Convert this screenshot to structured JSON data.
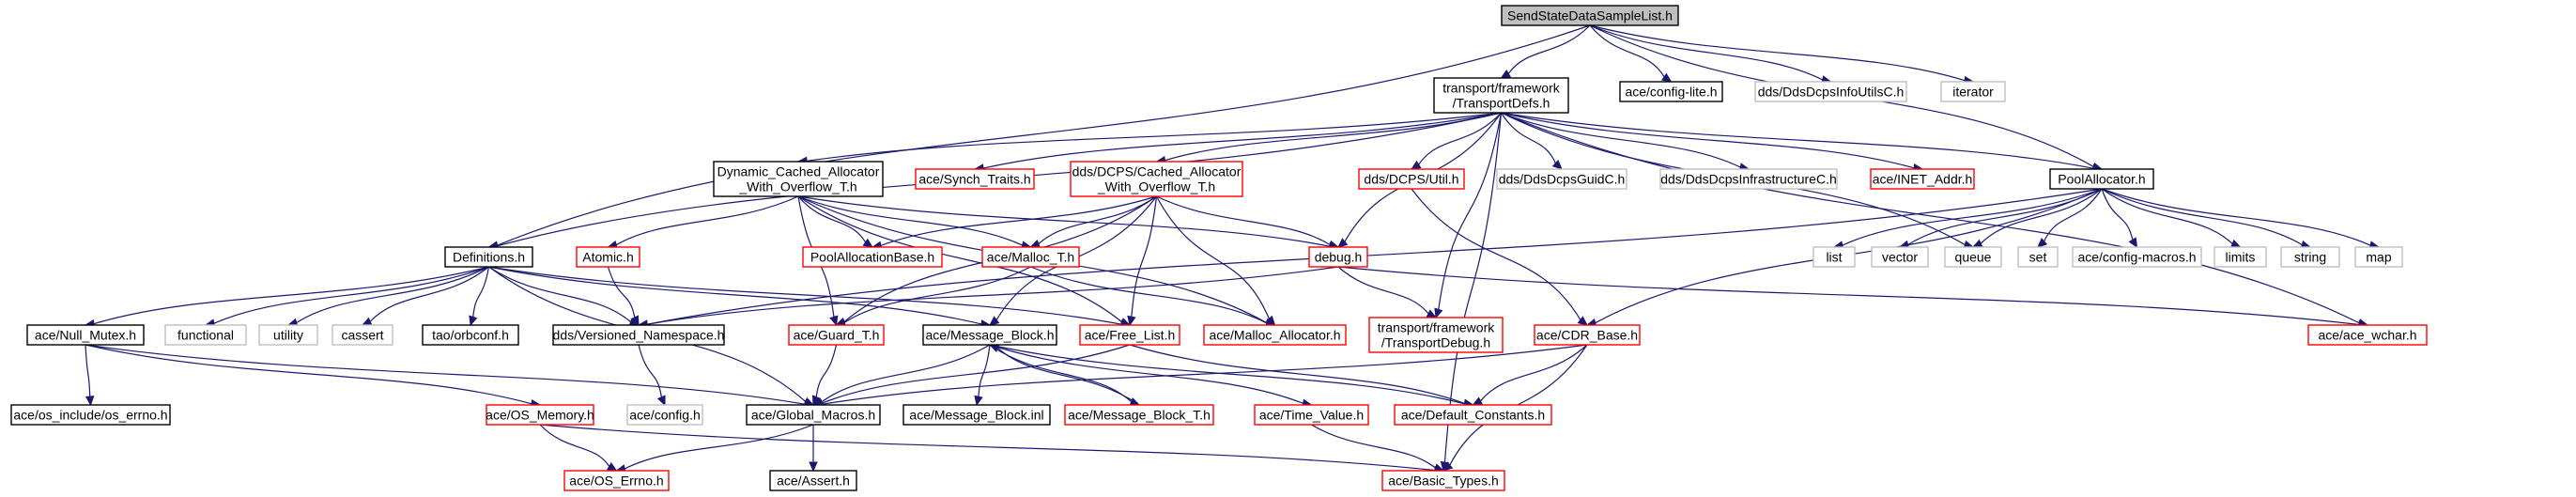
{
  "nodes": [
    {
      "id": "n_root",
      "lines": [
        "SendStateDataSampleList.h"
      ],
      "kind": "root"
    },
    {
      "id": "n_tdefs",
      "lines": [
        "transport/framework",
        "/TransportDefs.h"
      ],
      "kind": "doc"
    },
    {
      "id": "n_cfglite",
      "lines": [
        "ace/config-lite.h"
      ],
      "kind": "doc"
    },
    {
      "id": "n_infoutils",
      "lines": [
        "dds/DdsDcpsInfoUtilsC.h"
      ],
      "kind": "ext"
    },
    {
      "id": "n_iterator",
      "lines": [
        "iterator"
      ],
      "kind": "ext"
    },
    {
      "id": "n_dyncache",
      "lines": [
        "Dynamic_Cached_Allocator",
        "_With_Overflow_T.h"
      ],
      "kind": "doc"
    },
    {
      "id": "n_synch",
      "lines": [
        "ace/Synch_Traits.h"
      ],
      "kind": "red"
    },
    {
      "id": "n_cachealloc",
      "lines": [
        "dds/DCPS/Cached_Allocator",
        "_With_Overflow_T.h"
      ],
      "kind": "red"
    },
    {
      "id": "n_util",
      "lines": [
        "dds/DCPS/Util.h"
      ],
      "kind": "red"
    },
    {
      "id": "n_guidc",
      "lines": [
        "dds/DdsDcpsGuidC.h"
      ],
      "kind": "ext"
    },
    {
      "id": "n_infrac",
      "lines": [
        "dds/DdsDcpsInfrastructureC.h"
      ],
      "kind": "ext"
    },
    {
      "id": "n_inet",
      "lines": [
        "ace/INET_Addr.h"
      ],
      "kind": "red"
    },
    {
      "id": "n_pool",
      "lines": [
        "PoolAllocator.h"
      ],
      "kind": "doc"
    },
    {
      "id": "n_defs",
      "lines": [
        "Definitions.h"
      ],
      "kind": "doc"
    },
    {
      "id": "n_atomic",
      "lines": [
        "Atomic.h"
      ],
      "kind": "red"
    },
    {
      "id": "n_poolbase",
      "lines": [
        "PoolAllocationBase.h"
      ],
      "kind": "red"
    },
    {
      "id": "n_malloct",
      "lines": [
        "ace/Malloc_T.h"
      ],
      "kind": "red"
    },
    {
      "id": "n_debug",
      "lines": [
        "debug.h"
      ],
      "kind": "red"
    },
    {
      "id": "n_list",
      "lines": [
        "list"
      ],
      "kind": "ext"
    },
    {
      "id": "n_vector",
      "lines": [
        "vector"
      ],
      "kind": "ext"
    },
    {
      "id": "n_queue",
      "lines": [
        "queue"
      ],
      "kind": "ext"
    },
    {
      "id": "n_set",
      "lines": [
        "set"
      ],
      "kind": "ext"
    },
    {
      "id": "n_cfgmacros",
      "lines": [
        "ace/config-macros.h"
      ],
      "kind": "ext"
    },
    {
      "id": "n_limits",
      "lines": [
        "limits"
      ],
      "kind": "ext"
    },
    {
      "id": "n_string",
      "lines": [
        "string"
      ],
      "kind": "ext"
    },
    {
      "id": "n_map",
      "lines": [
        "map"
      ],
      "kind": "ext"
    },
    {
      "id": "n_nullmutex",
      "lines": [
        "ace/Null_Mutex.h"
      ],
      "kind": "doc"
    },
    {
      "id": "n_functional",
      "lines": [
        "functional"
      ],
      "kind": "ext"
    },
    {
      "id": "n_utility",
      "lines": [
        "utility"
      ],
      "kind": "ext"
    },
    {
      "id": "n_cassert",
      "lines": [
        "cassert"
      ],
      "kind": "ext"
    },
    {
      "id": "n_orbconf",
      "lines": [
        "tao/orbconf.h"
      ],
      "kind": "doc"
    },
    {
      "id": "n_versioned",
      "lines": [
        "dds/Versioned_Namespace.h"
      ],
      "kind": "doc"
    },
    {
      "id": "n_guardt",
      "lines": [
        "ace/Guard_T.h"
      ],
      "kind": "red"
    },
    {
      "id": "n_msgblock",
      "lines": [
        "ace/Message_Block.h"
      ],
      "kind": "doc"
    },
    {
      "id": "n_freelist",
      "lines": [
        "ace/Free_List.h"
      ],
      "kind": "red"
    },
    {
      "id": "n_mallocalloc",
      "lines": [
        "ace/Malloc_Allocator.h"
      ],
      "kind": "red"
    },
    {
      "id": "n_tdebug",
      "lines": [
        "transport/framework",
        "/TransportDebug.h"
      ],
      "kind": "red"
    },
    {
      "id": "n_cdrbase",
      "lines": [
        "ace/CDR_Base.h"
      ],
      "kind": "red"
    },
    {
      "id": "n_acewchar",
      "lines": [
        "ace/ace_wchar.h"
      ],
      "kind": "red"
    },
    {
      "id": "n_errno",
      "lines": [
        "ace/os_include/os_errno.h"
      ],
      "kind": "doc"
    },
    {
      "id": "n_osmemory",
      "lines": [
        "ace/OS_Memory.h"
      ],
      "kind": "red"
    },
    {
      "id": "n_config",
      "lines": [
        "ace/config.h"
      ],
      "kind": "ext"
    },
    {
      "id": "n_globalmacros",
      "lines": [
        "ace/Global_Macros.h"
      ],
      "kind": "doc"
    },
    {
      "id": "n_msgblockinl",
      "lines": [
        "ace/Message_Block.inl"
      ],
      "kind": "doc"
    },
    {
      "id": "n_msgblockt",
      "lines": [
        "ace/Message_Block_T.h"
      ],
      "kind": "red"
    },
    {
      "id": "n_timevalue",
      "lines": [
        "ace/Time_Value.h"
      ],
      "kind": "red"
    },
    {
      "id": "n_defconst",
      "lines": [
        "ace/Default_Constants.h"
      ],
      "kind": "red"
    },
    {
      "id": "n_oserrno",
      "lines": [
        "ace/OS_Errno.h"
      ],
      "kind": "red"
    },
    {
      "id": "n_assert",
      "lines": [
        "ace/Assert.h"
      ],
      "kind": "doc"
    },
    {
      "id": "n_basictypes",
      "lines": [
        "ace/Basic_Types.h"
      ],
      "kind": "red"
    }
  ],
  "edges": [
    [
      "n_root",
      "n_tdefs"
    ],
    [
      "n_root",
      "n_cfglite"
    ],
    [
      "n_root",
      "n_infoutils"
    ],
    [
      "n_root",
      "n_iterator"
    ],
    [
      "n_root",
      "n_defs"
    ],
    [
      "n_root",
      "n_pool"
    ],
    [
      "n_tdefs",
      "n_dyncache"
    ],
    [
      "n_tdefs",
      "n_synch"
    ],
    [
      "n_tdefs",
      "n_cachealloc"
    ],
    [
      "n_tdefs",
      "n_util"
    ],
    [
      "n_tdefs",
      "n_guidc"
    ],
    [
      "n_tdefs",
      "n_infrac"
    ],
    [
      "n_tdefs",
      "n_inet"
    ],
    [
      "n_tdefs",
      "n_pool"
    ],
    [
      "n_tdefs",
      "n_debug"
    ],
    [
      "n_tdefs",
      "n_tdebug"
    ],
    [
      "n_tdefs",
      "n_defs"
    ],
    [
      "n_tdefs",
      "n_acewchar"
    ],
    [
      "n_tdefs",
      "n_basictypes"
    ],
    [
      "n_tdefs",
      "n_queue"
    ],
    [
      "n_dyncache",
      "n_atomic"
    ],
    [
      "n_dyncache",
      "n_poolbase"
    ],
    [
      "n_dyncache",
      "n_malloct"
    ],
    [
      "n_dyncache",
      "n_debug"
    ],
    [
      "n_dyncache",
      "n_guardt"
    ],
    [
      "n_dyncache",
      "n_freelist"
    ],
    [
      "n_dyncache",
      "n_mallocalloc"
    ],
    [
      "n_cachealloc",
      "n_poolbase"
    ],
    [
      "n_cachealloc",
      "n_malloct"
    ],
    [
      "n_cachealloc",
      "n_debug"
    ],
    [
      "n_cachealloc",
      "n_guardt"
    ],
    [
      "n_cachealloc",
      "n_msgblock"
    ],
    [
      "n_cachealloc",
      "n_freelist"
    ],
    [
      "n_cachealloc",
      "n_mallocalloc"
    ],
    [
      "n_util",
      "n_cdrbase"
    ],
    [
      "n_pool",
      "n_list"
    ],
    [
      "n_pool",
      "n_vector"
    ],
    [
      "n_pool",
      "n_queue"
    ],
    [
      "n_pool",
      "n_set"
    ],
    [
      "n_pool",
      "n_cfgmacros"
    ],
    [
      "n_pool",
      "n_limits"
    ],
    [
      "n_pool",
      "n_string"
    ],
    [
      "n_pool",
      "n_map"
    ],
    [
      "n_pool",
      "n_cdrbase"
    ],
    [
      "n_pool",
      "n_versioned"
    ],
    [
      "n_defs",
      "n_nullmutex"
    ],
    [
      "n_defs",
      "n_functional"
    ],
    [
      "n_defs",
      "n_utility"
    ],
    [
      "n_defs",
      "n_cassert"
    ],
    [
      "n_defs",
      "n_orbconf"
    ],
    [
      "n_defs",
      "n_versioned"
    ],
    [
      "n_defs",
      "n_msgblock"
    ],
    [
      "n_defs",
      "n_globalmacros"
    ],
    [
      "n_defs",
      "n_freelist"
    ],
    [
      "n_atomic",
      "n_versioned"
    ],
    [
      "n_malloct",
      "n_guardt"
    ],
    [
      "n_malloct",
      "n_mallocalloc"
    ],
    [
      "n_debug",
      "n_tdebug"
    ],
    [
      "n_debug",
      "n_acewchar"
    ],
    [
      "n_debug",
      "n_versioned"
    ],
    [
      "n_nullmutex",
      "n_errno"
    ],
    [
      "n_nullmutex",
      "n_osmemory"
    ],
    [
      "n_nullmutex",
      "n_globalmacros"
    ],
    [
      "n_versioned",
      "n_config"
    ],
    [
      "n_guardt",
      "n_globalmacros"
    ],
    [
      "n_msgblock",
      "n_globalmacros"
    ],
    [
      "n_msgblock",
      "n_msgblockinl"
    ],
    [
      "n_msgblock",
      "n_msgblockt"
    ],
    [
      "n_msgblock",
      "n_timevalue"
    ],
    [
      "n_msgblock",
      "n_defconst"
    ],
    [
      "n_msgblockt",
      "n_msgblock"
    ],
    [
      "n_freelist",
      "n_globalmacros"
    ],
    [
      "n_freelist",
      "n_defconst"
    ],
    [
      "n_cdrbase",
      "n_globalmacros"
    ],
    [
      "n_cdrbase",
      "n_defconst"
    ],
    [
      "n_cdrbase",
      "n_basictypes"
    ],
    [
      "n_osmemory",
      "n_oserrno"
    ],
    [
      "n_osmemory",
      "n_basictypes"
    ],
    [
      "n_globalmacros",
      "n_oserrno"
    ],
    [
      "n_globalmacros",
      "n_assert"
    ],
    [
      "n_timevalue",
      "n_basictypes"
    ]
  ],
  "colors": {
    "edge": "#191970",
    "border_doc": "#000000",
    "border_red": "#ff0000",
    "border_ext": "#bfbfbf",
    "root_fill": "#bfbfbf"
  }
}
